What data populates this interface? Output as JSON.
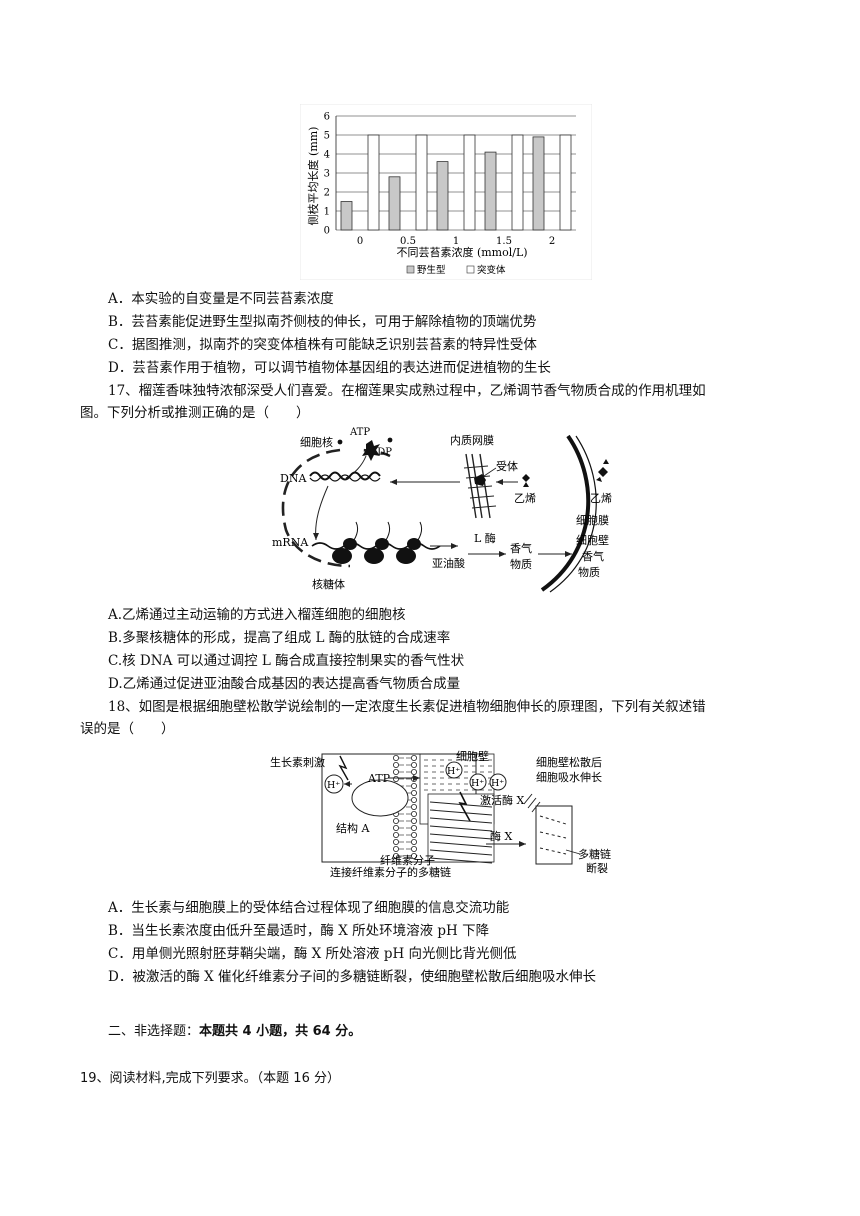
{
  "chart_data": {
    "type": "bar",
    "categories": [
      "0",
      "0.5",
      "1",
      "1.5",
      "2"
    ],
    "series": [
      {
        "name": "野生型",
        "values": [
          1.5,
          2.8,
          3.6,
          4.1,
          4.9
        ],
        "color": "#c8c8c8"
      },
      {
        "name": "突变体",
        "values": [
          5.0,
          5.0,
          5.0,
          5.0,
          5.0
        ],
        "color": "#ffffff"
      }
    ],
    "xlabel": "不同芸苔素浓度 (mmol/L)",
    "ylabel": "侧枝平均长度 (mm)",
    "ylim": [
      0,
      6
    ],
    "yticks": [
      "0",
      "1",
      "2",
      "3",
      "4",
      "5",
      "6"
    ],
    "legend_position": "bottom",
    "grid": true
  },
  "q16_options": [
    "A．本实验的自变量是不同芸苔素浓度",
    "B．芸苔素能促进野生型拟南芥侧枝的伸长，可用于解除植物的顶端优势",
    "C．据图推测，拟南芥的突变体植株有可能缺乏识别芸苔素的特异性受体",
    "D．芸苔素作用于植物，可以调节植物体基因组的表达进而促进植物的生长"
  ],
  "q17": {
    "stem_1": "17、榴莲香味独特浓郁深受人们喜爱。在榴莲果实成熟过程中，乙烯调节香气物质合成的作用机理如",
    "stem_2": "图。下列分析或推测正确的是（　　）",
    "labels": {
      "nucleus": "细胞核",
      "atp": "ATP",
      "adp": "ADP",
      "er": "内质网膜",
      "receptor": "受体",
      "dna": "DNA",
      "ethylene_in": "乙烯",
      "ethylene_out": "乙烯",
      "membrane": "细胞膜",
      "wall": "细胞壁",
      "mrna": "mRNA",
      "linoleic": "亚油酸",
      "l_enzyme": "L 酶",
      "aroma_in_1": "香气",
      "aroma_in_2": "物质",
      "aroma_out_1": "香气",
      "aroma_out_2": "物质",
      "ribosome": "核糖体"
    },
    "options": [
      "A.乙烯通过主动运输的方式进入榴莲细胞的细胞核",
      "B.多聚核糖体的形成，提高了组成 L 酶的肽链的合成速率",
      "C.核 DNA 可以通过调控 L 酶合成直接控制果实的香气性状",
      "D.乙烯通过促进亚油酸合成基因的表达提高香气物质合成量"
    ]
  },
  "q18": {
    "stem_1": "18、如图是根据细胞壁松散学说绘制的一定浓度生长素促进植物细胞伸长的原理图，下列有关叙述错",
    "stem_2": "误的是（　　）",
    "labels": {
      "auxin": "生长素刺激",
      "h1": "H⁺",
      "atp": "ATP",
      "cell_wall": "细胞壁",
      "h2": "H⁺",
      "h3": "H⁺",
      "h4": "H⁺",
      "activate": "激活酶 X",
      "loose_1": "细胞壁松散后",
      "loose_2": "细胞吸水伸长",
      "structure_a": "结构 A",
      "enzyme_x": "酶 X",
      "cellulose": "纤维素分子",
      "polysaccharide_link": "连接纤维素分子的多糖链",
      "break_1": "多糖链",
      "break_2": "断裂"
    },
    "options": [
      "A．生长素与细胞膜上的受体结合过程体现了细胞膜的信息交流功能",
      "B．当生长素浓度由低升至最适时，酶 X 所处环境溶液 pH 下降",
      "C．用单侧光照射胚芽鞘尖端，酶 X 所处溶液 pH 向光侧比背光侧低",
      "D．被激活的酶 X 催化纤维素分子间的多糖链断裂，使细胞壁松散后细胞吸水伸长"
    ]
  },
  "section2": {
    "prefix": "二、非选择题：",
    "bold": "本题共 4 小题，共 64 分。"
  },
  "q19": "19、阅读材料,完成下列要求。（本题 16 分）"
}
